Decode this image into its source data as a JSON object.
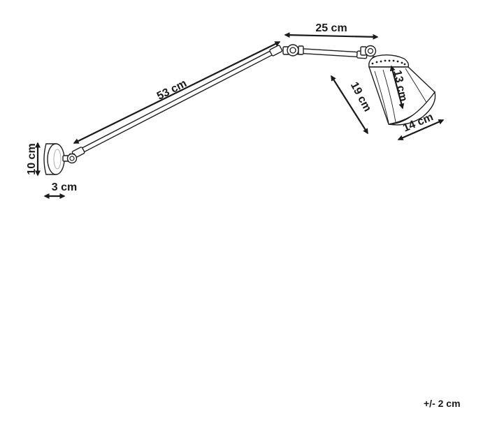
{
  "dimensions": {
    "arm_long": "53 cm",
    "arm_short": "25 cm",
    "shade_height": "19 cm",
    "shade_inner": "13 cm",
    "shade_width": "14 cm",
    "base_height": "10 cm",
    "base_depth": "3 cm"
  },
  "tolerance": "+/- 2 cm",
  "colors": {
    "ink": "#1a1a1a",
    "paper": "#ffffff"
  }
}
